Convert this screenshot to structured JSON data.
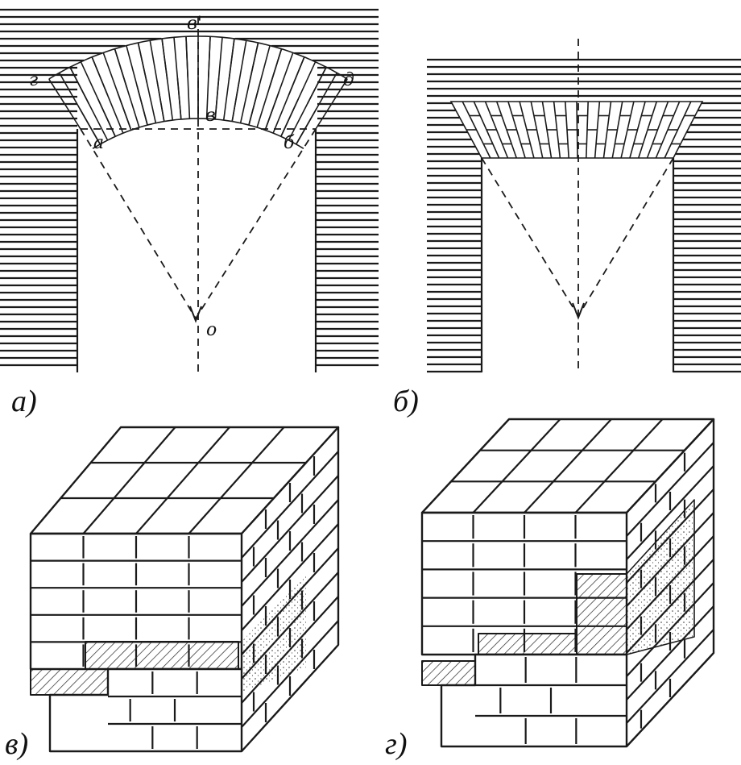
{
  "captions": {
    "a": "а)",
    "b": "б)",
    "v": "в)",
    "g": "г)"
  },
  "arch_points": {
    "top": "в'",
    "left": "г",
    "right": "д",
    "inner_left": "а",
    "inner_right": "б",
    "inner_center": "в",
    "center": "о"
  }
}
